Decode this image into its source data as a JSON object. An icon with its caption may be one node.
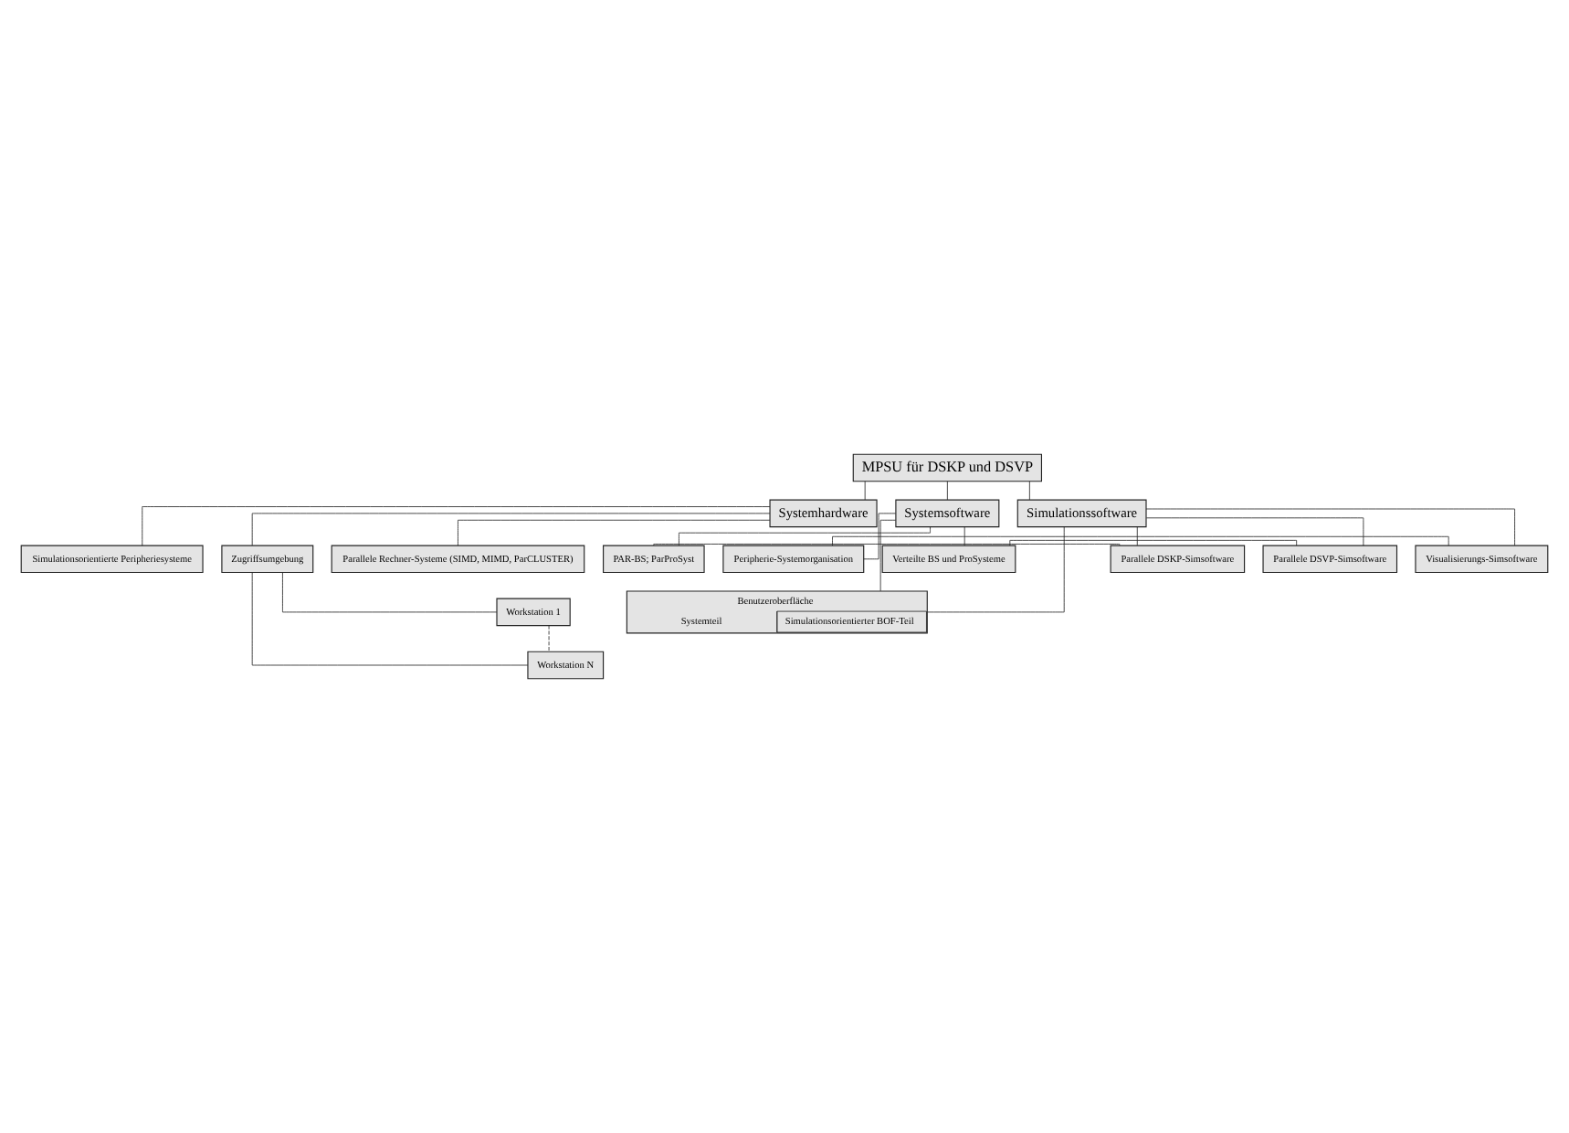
{
  "diagram": {
    "nodes": [
      {
        "text": [
          "MPSU für DSKP und DSVP"
        ]
      },
      {
        "text": [
          "Systemhardware"
        ]
      },
      {
        "text": [
          "Systemsoftware"
        ]
      },
      {
        "text": [
          "Simulationssoftware"
        ]
      },
      {
        "text": [
          "Parallele Rechner-Systeme (SIMD, MIMD, ParCLUSTER)"
        ]
      },
      {
        "text": [
          "Simulationsorientierte Peripheriesysteme"
        ]
      },
      {
        "text": [
          "Zugriffsumgebung"
        ]
      },
      {
        "text": [
          "Workstation 1"
        ]
      },
      {
        "text": [
          "Workstation N"
        ]
      },
      {
        "text": [
          "PAR-BS; ParProSyst"
        ]
      },
      {
        "text": [
          "Parallele DSKP-Simsoftware"
        ]
      },
      {
        "text": [
          "Verteilte BS und ProSysteme"
        ]
      },
      {
        "text": [
          "Parallele DSVP-Simsoftware"
        ]
      },
      {
        "text": [
          "Peripherie-Systemorganisation"
        ]
      },
      {
        "text": [
          "Visualisierungs-Simsoftware"
        ]
      },
      {
        "text": [
          "Benutzeroberfläche",
          "Systemteil",
          "Simulationsorientierter BOF-Teil"
        ]
      }
    ],
    "edges": [
      {
        "from": 0,
        "to": 1,
        "arrow": "none"
      },
      {
        "from": 0,
        "to": 2,
        "arrow": "none"
      },
      {
        "from": 0,
        "to": 3,
        "arrow": "none"
      },
      {
        "from": 1,
        "to": 4,
        "arrow": "none"
      },
      {
        "from": 1,
        "to": 5,
        "arrow": "none"
      },
      {
        "from": 1,
        "to": 6,
        "arrow": "none"
      },
      {
        "from": 6,
        "to": 7,
        "arrow": "none"
      },
      {
        "from": 6,
        "to": 8,
        "arrow": "none"
      },
      {
        "from": 7,
        "to": 8,
        "arrow": "none",
        "style": "dashed"
      },
      {
        "from": 2,
        "to": 9,
        "arrow": "none"
      },
      {
        "from": 2,
        "to": 11,
        "arrow": "none"
      },
      {
        "from": 2,
        "to": 13,
        "arrow": "none"
      },
      {
        "from": 2,
        "to": 15,
        "arrow": "none"
      },
      {
        "from": 3,
        "to": 10,
        "arrow": "none"
      },
      {
        "from": 3,
        "to": 12,
        "arrow": "none"
      },
      {
        "from": 3,
        "to": 14,
        "arrow": "none"
      },
      {
        "from": 3,
        "to": 15,
        "arrow": "none"
      },
      {
        "from": 9,
        "to": 10,
        "arrow": "none"
      },
      {
        "from": 11,
        "to": 12,
        "arrow": "none"
      },
      {
        "from": 13,
        "to": 14,
        "arrow": "none"
      }
    ]
  }
}
